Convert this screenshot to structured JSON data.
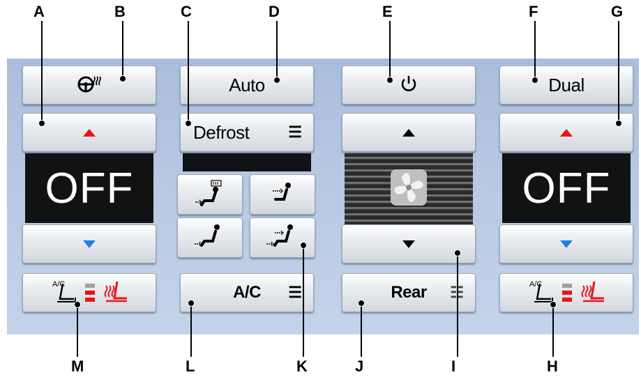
{
  "callouts": {
    "A": "A",
    "B": "B",
    "C": "C",
    "D": "D",
    "E": "E",
    "F": "F",
    "G": "G",
    "H": "H",
    "I": "I",
    "J": "J",
    "K": "K",
    "L": "L",
    "M": "M"
  },
  "buttons": {
    "auto": "Auto",
    "dual": "Dual",
    "defrost": "Defrost",
    "ac": "A/C",
    "rear": "Rear",
    "seat_ac": "A/C"
  },
  "displays": {
    "left_temp": "OFF",
    "right_temp": "OFF"
  },
  "icons": {
    "heated_wheel": "heated-steering-wheel-icon",
    "power": "power-icon",
    "fan": "fan-icon",
    "list": "list-icon"
  },
  "colors": {
    "temp_up": "#e8141b",
    "temp_down": "#1f7fe0",
    "fan_arrow": "#000000",
    "heat": "#e8141b",
    "level_off": "#a0a0a0"
  }
}
